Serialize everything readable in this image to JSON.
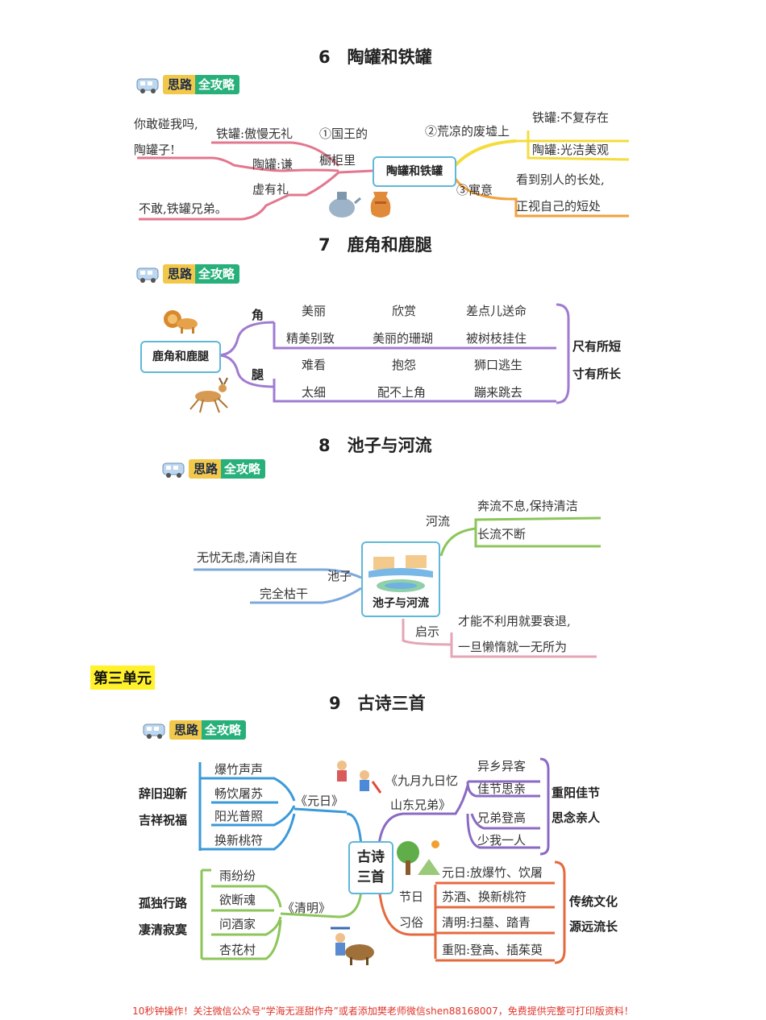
{
  "badge": {
    "part1": "思路",
    "part2": "全攻略"
  },
  "s6": {
    "title": "6　陶罐和铁罐",
    "center": "陶罐和铁罐",
    "b1": "①国王的",
    "b1b": "橱柜里",
    "l_iron": "铁罐:傲慢无礼",
    "l_iron_say1": "你敢碰我吗,",
    "l_iron_say2": "陶罐子!",
    "l_pot1": "陶罐:谦",
    "l_pot2": "虚有礼",
    "l_pot_say": "不敢,铁罐兄弟。",
    "b2": "②荒凉的废墟上",
    "r_iron": "铁罐:不复存在",
    "r_pot": "陶罐:光洁美观",
    "b3": "③寓意",
    "m1": "看到别人的长处,",
    "m2": "正视自己的短处"
  },
  "s7": {
    "title": "7　鹿角和鹿腿",
    "center": "鹿角和鹿腿",
    "horn": "角",
    "leg": "腿",
    "horn_row1": [
      "美丽",
      "欣赏",
      "差点儿送命"
    ],
    "horn_row2": [
      "精美别致",
      "美丽的珊瑚",
      "被树枝挂住"
    ],
    "leg_row1": [
      "难看",
      "抱怨",
      "狮口逃生"
    ],
    "leg_row2": [
      "太细",
      "配不上角",
      "蹦来跳去"
    ],
    "moral1": "尺有所短",
    "moral2": "寸有所长"
  },
  "s8": {
    "title": "8　池子与河流",
    "center": "池子与河流",
    "river": "河流",
    "river1": "奔流不息,保持清洁",
    "river2": "长流不断",
    "pond": "池子",
    "pond1": "无忧无虑,清闲自在",
    "pond2": "完全枯干",
    "insight": "启示",
    "insight1": "才能不利用就要衰退,",
    "insight2": "一旦懒惰就一无所为"
  },
  "unit3": "第三单元",
  "s9": {
    "title": "9　古诗三首",
    "center1": "古诗",
    "center2": "三首",
    "yuanri": "《元日》",
    "yuanri_items": [
      "爆竹声声",
      "畅饮屠苏",
      "阳光普照",
      "换新桃符"
    ],
    "yuanri_theme1": "辞旧迎新",
    "yuanri_theme2": "吉祥祝福",
    "qingming": "《清明》",
    "qingming_items": [
      "雨纷纷",
      "欲断魂",
      "问酒家",
      "杏花村"
    ],
    "qingming_theme1": "孤独行路",
    "qingming_theme2": "凄清寂寞",
    "jiuyue1": "《九月九日忆",
    "jiuyue2": "山东兄弟》",
    "jiuyue_items": [
      "异乡异客",
      "佳节思亲",
      "兄弟登高",
      "少我一人"
    ],
    "jiuyue_theme1": "重阳佳节",
    "jiuyue_theme2": "思念亲人",
    "jieri": "节日",
    "xisu": "习俗",
    "custom_items": [
      "元日:放爆竹、饮屠",
      "苏酒、换新桃符",
      "清明:扫墓、踏青",
      "重阳:登高、插茱萸"
    ],
    "custom_theme1": "传统文化",
    "custom_theme2": "源远流长"
  },
  "footer": "10秒钟操作！关注微信公众号“学海无涯甜作舟”或者添加樊老师微信shen88168007，免费提供完整可打印版资料！"
}
